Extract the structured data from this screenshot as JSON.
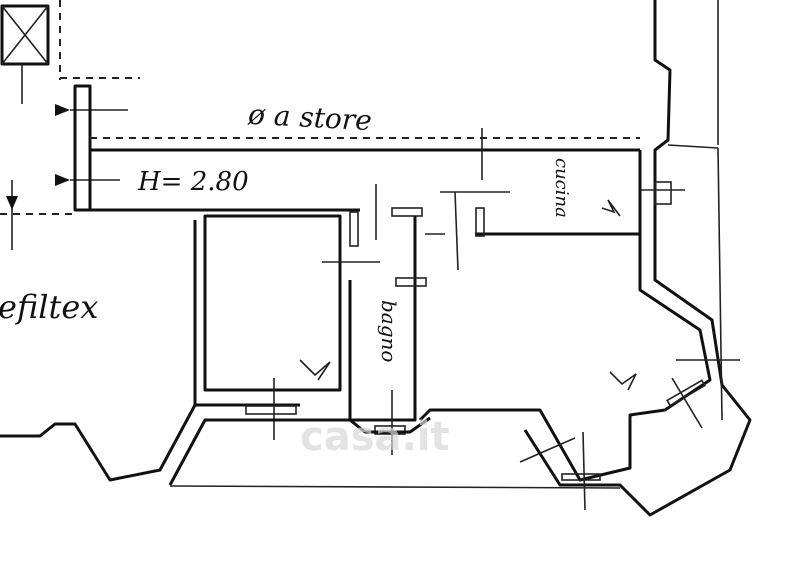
{
  "labels": {
    "stairs": "ø a store",
    "height": "H= 2.80",
    "kitchen": "cucina",
    "bathroom": "bagno",
    "neighbour": "efiltex"
  },
  "watermark": "casa.it",
  "colors": {
    "ink": "#111111",
    "watermark": "#d8d8d8",
    "paper": "#ffffff"
  }
}
